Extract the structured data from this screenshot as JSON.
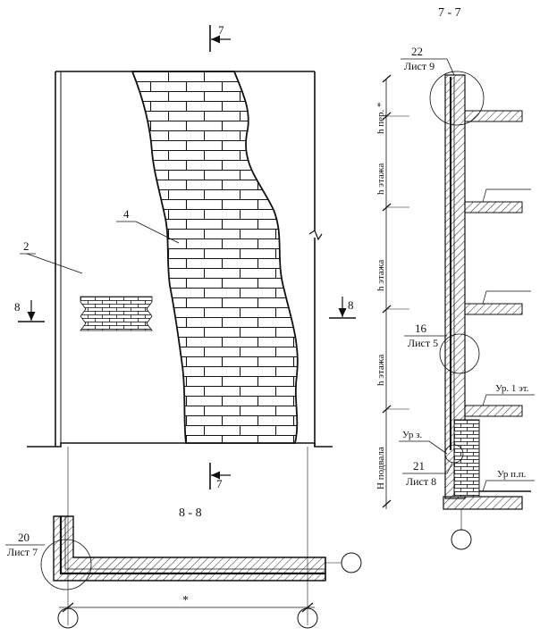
{
  "section_marks": {
    "cut_7_top": "7",
    "cut_7_bottom": "7",
    "cut_8_left": "8",
    "cut_8_right": "8"
  },
  "elevation": {
    "callout_2": "2",
    "callout_4": "4"
  },
  "section_7_7": {
    "title": "7 - 7",
    "detail_22": {
      "number": "22",
      "sheet": "Лист 9"
    },
    "detail_16": {
      "number": "16",
      "sheet": "Лист 5"
    },
    "detail_21": {
      "number": "21",
      "sheet": "Лист 8"
    },
    "h_per": "h пер. *",
    "h_etazha_1": "h этажа",
    "h_etazha_2": "h этажа",
    "h_etazha_3": "h этажа",
    "h_podvala": "Н подвала",
    "level_1_floor": "Ур. 1 эт.",
    "level_ground": "Ур з.",
    "level_basement_floor": "Ур п.п."
  },
  "section_8_8": {
    "title": "8 - 8",
    "detail_20": {
      "number": "20",
      "sheet": "Лист 7"
    },
    "dim_star": "*"
  }
}
